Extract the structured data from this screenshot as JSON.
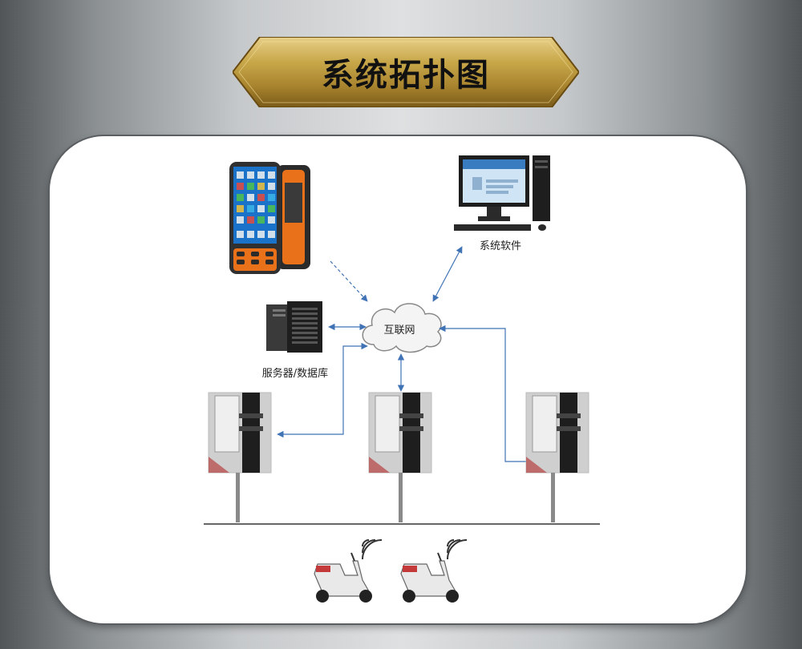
{
  "page": {
    "title": "系统拓扑图"
  },
  "diagram": {
    "labels": {
      "software": "系统软件",
      "cloud": "互联网",
      "server": "服务器/数据库"
    },
    "monitor_screen_title": "电动车智能管理系统"
  },
  "colors": {
    "arrow": "#3f73b5",
    "banner_gold": "#c9a84a",
    "banner_dark": "#8a6a1f",
    "device_orange": "#f07a1e"
  }
}
